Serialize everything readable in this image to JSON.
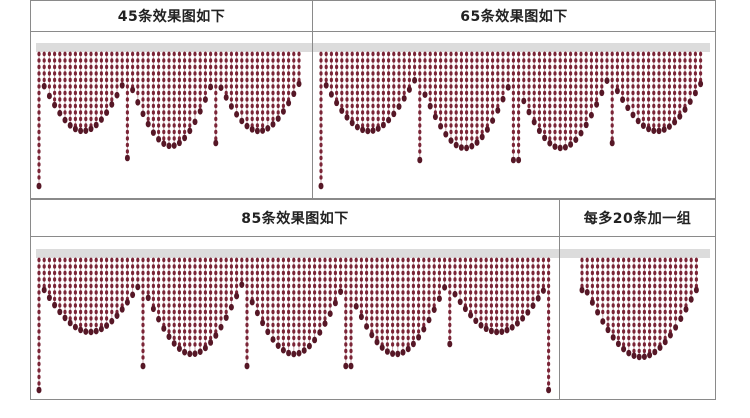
{
  "panels": {
    "p45": {
      "label": "45条效果图如下"
    },
    "p65": {
      "label": "65条效果图如下"
    },
    "p85": {
      "label": "85条效果图如下"
    },
    "extra": {
      "label": "每多20条加一组"
    }
  },
  "colors": {
    "bead": "#7a2436",
    "bead_dark": "#561726",
    "string": "#caa7ae",
    "rod": "#dcdcdc",
    "border": "#8a8a8a"
  }
}
